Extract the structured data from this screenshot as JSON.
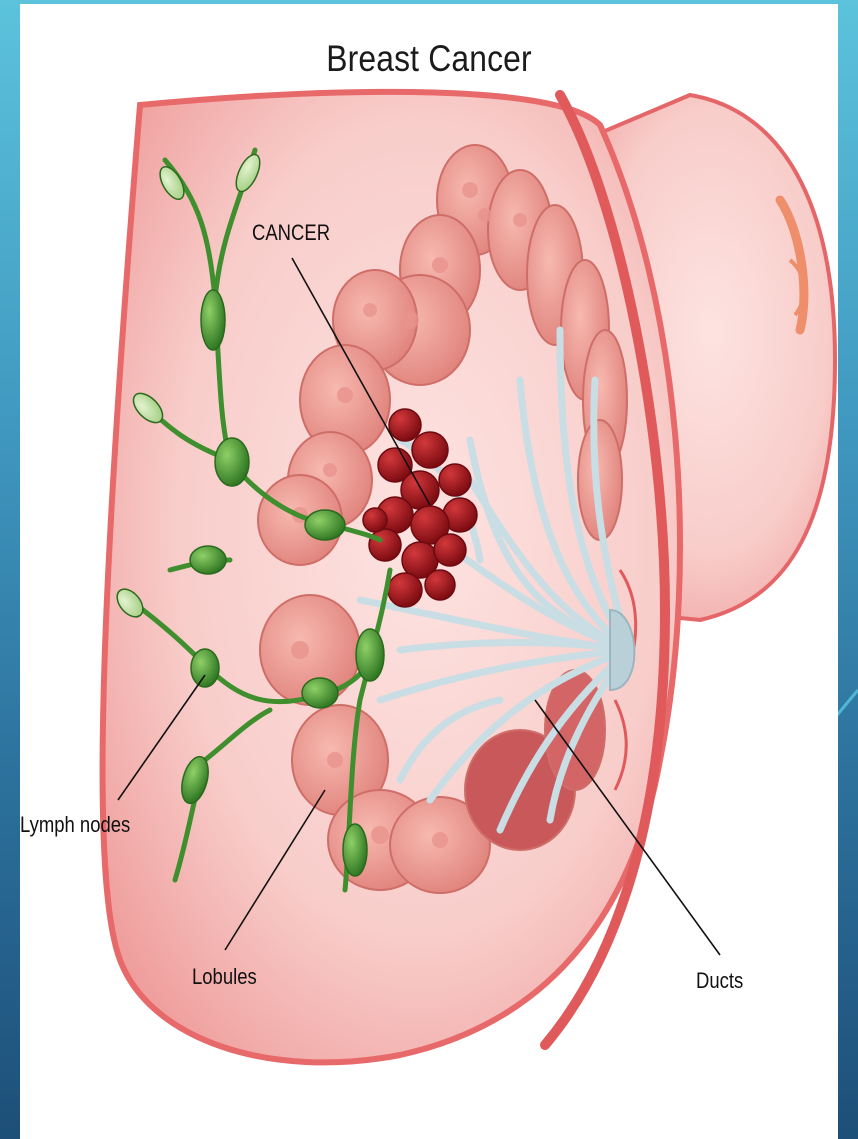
{
  "title": "Breast Cancer",
  "labels": {
    "cancer": "CANCER",
    "lymph_nodes": "Lymph nodes",
    "lobules": "Lobules",
    "ducts": "Ducts"
  },
  "colors": {
    "background_top": "#5cc3dc",
    "background_bottom": "#1d4f78",
    "skin": "#f7c9c9",
    "skin_edge": "#e2575a",
    "lobule": "#f0a8a0",
    "duct": "#cfe0e6",
    "tumor": "#a8161c",
    "lymph": "#3f8f2e"
  }
}
